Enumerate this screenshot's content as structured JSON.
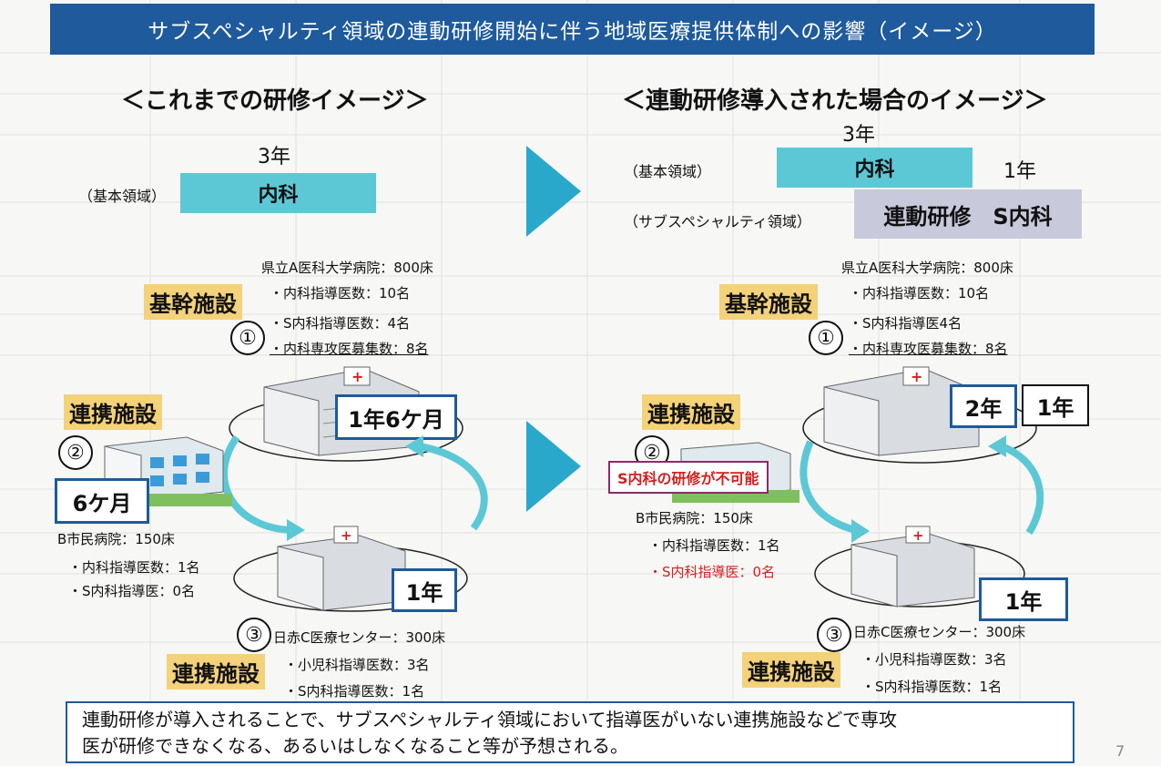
{
  "title": "サブスペシャルティ領域の連動研修開始に伴う地域医療提供体制への影響（イメージ）",
  "left": {
    "heading": "＜これまでの研修イメージ＞",
    "years_label": "3年",
    "basic_label": "（基本領域）",
    "bar_label": "内科",
    "hub_label": "基幹施設",
    "hub_name": "県立A医科大学病院：800床",
    "hub_items": [
      "・内科指導医数：10名",
      "・S内科指導医数：4名",
      "・内科専攻医募集数：8名"
    ],
    "hub_num": "①",
    "hub_duration": "1年6ケ月",
    "p2_label": "連携施設",
    "p2_num": "②",
    "p2_duration": "6ケ月",
    "p2_name": "B市民病院：150床",
    "p2_items": [
      "・内科指導医数：1名",
      "・S内科指導医：0名"
    ],
    "p3_num": "③",
    "p3_name": "日赤C医療センター：300床",
    "p3_duration": "1年",
    "p3_label": "連携施設",
    "p3_items": [
      "・小児科指導医数：3名",
      "・S内科指導医数：1名"
    ]
  },
  "right": {
    "heading": "＜連動研修導入された場合のイメージ＞",
    "years_label": "3年",
    "basic_label": "（基本領域）",
    "bar_label": "内科",
    "one_year": "1年",
    "sub_label": "（サブスペシャルティ領域）",
    "sub_bar_label": "連動研修　S内科",
    "hub_label": "基幹施設",
    "hub_name": "県立A医科大学病院：800床",
    "hub_items": [
      "・内科指導医数：10名",
      "・S内科指導医4名",
      "・内科専攻医募集数：8名"
    ],
    "hub_num": "①",
    "hub_duration_a": "2年",
    "hub_duration_b": "1年",
    "p2_label": "連携施設",
    "p2_num": "②",
    "p2_warning": "S内科の研修が不可能",
    "p2_name": "B市民病院：150床",
    "p2_items": [
      "・内科指導医数：1名",
      "・S内科指導医：0名"
    ],
    "p3_num": "③",
    "p3_name": "日赤C医療センター：300床",
    "p3_duration": "1年",
    "p3_label": "連携施設",
    "p3_items": [
      "・小児科指導医数：3名",
      "・S内科指導医数：1名"
    ]
  },
  "footer": {
    "line1": "連動研修が導入されることで、サブスペシャルティ領域において指導医がいない連携施設などで専攻",
    "line2": "医が研修できなくなる、あるいはしなくなること等が予想される。"
  },
  "page_number": "7",
  "colors": {
    "title_bg": "#1e5a9c",
    "bar": "#5cc8d6",
    "sub_bar": "#c9c9dc",
    "label_bg": "#f4d27a",
    "arrow": "#2aa8cc",
    "warning": "#d42020"
  }
}
